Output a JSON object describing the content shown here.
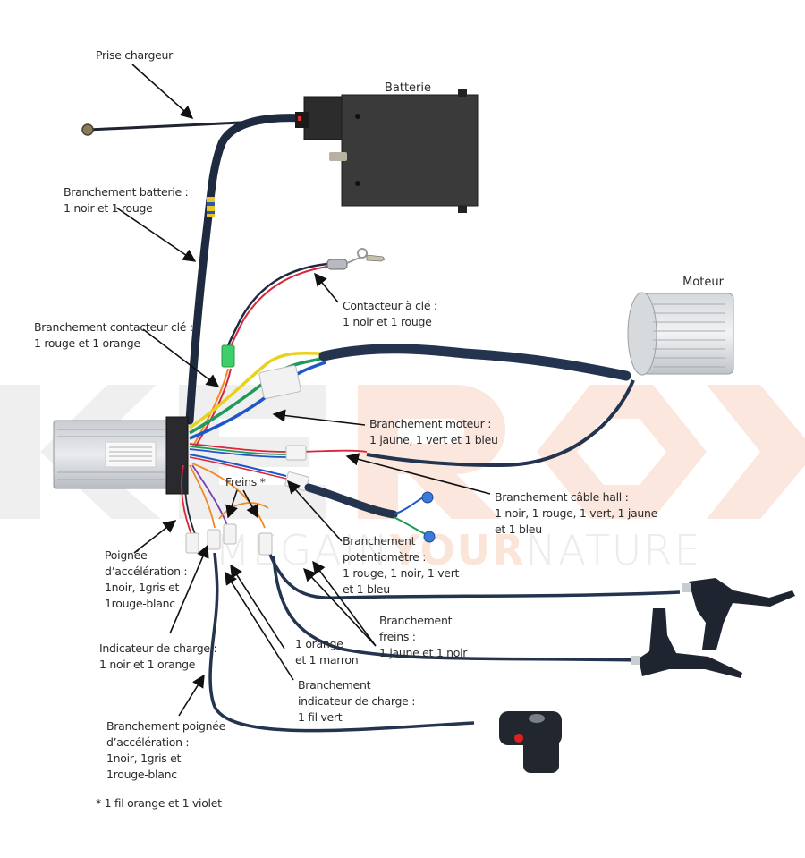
{
  "watermark": {
    "brand": "KEROX",
    "tagline_prefix": "MEGAIN",
    "tagline_accent": "YOUR",
    "tagline_suffix": "NATURE",
    "colors": {
      "light": "#ececec",
      "accent": "#fbe4d8"
    }
  },
  "components": {
    "battery": "Batterie",
    "motor": "Moteur"
  },
  "labels": {
    "charger_plug": [
      "Prise chargeur"
    ],
    "battery_connection": [
      "Branchement batterie :",
      "1 noir et 1 rouge"
    ],
    "key_switch_connection": [
      "Branchement contacteur clé :",
      "1 rouge et 1 orange"
    ],
    "key_switch": [
      "Contacteur à clé :",
      "1 noir et 1 rouge"
    ],
    "motor_connection": [
      "Branchement moteur :",
      "1 jaune, 1 vert et 1 bleu"
    ],
    "hall_cable": [
      "Branchement câble hall :",
      "1 noir, 1 rouge, 1 vert, 1 jaune",
      "et 1 bleu"
    ],
    "brakes": [
      "Freins *"
    ],
    "potentiometer": [
      "Branchement",
      "potentiomètre :",
      "1 rouge, 1 noir, 1 vert",
      "et 1 bleu"
    ],
    "throttle_grip": [
      "Poignée",
      "d’accélération :",
      "1noir, 1gris et",
      "1rouge-blanc"
    ],
    "brake_connection": [
      "Branchement",
      "freins :",
      "1 jaune et 1 noir"
    ],
    "orange_brown": [
      "1 orange",
      "et 1 marron"
    ],
    "charge_indicator": [
      "Indicateur de charge :",
      "1 noir et 1 orange"
    ],
    "charge_indicator_connection": [
      "Branchement",
      "indicateur de charge :",
      "1 fil vert"
    ],
    "throttle_connection": [
      "Branchement poignée",
      "d’accélération :",
      "1noir, 1gris et",
      "1rouge-blanc"
    ],
    "footnote": [
      "* 1 fil orange et 1 violet"
    ]
  },
  "wire_colors": {
    "black": "#1f2a3a",
    "red": "#d9263a",
    "orange": "#f08a24",
    "yellow": "#e8d21c",
    "green": "#1e9a5a",
    "blue": "#1f56c8",
    "sheath": "#24344f"
  }
}
